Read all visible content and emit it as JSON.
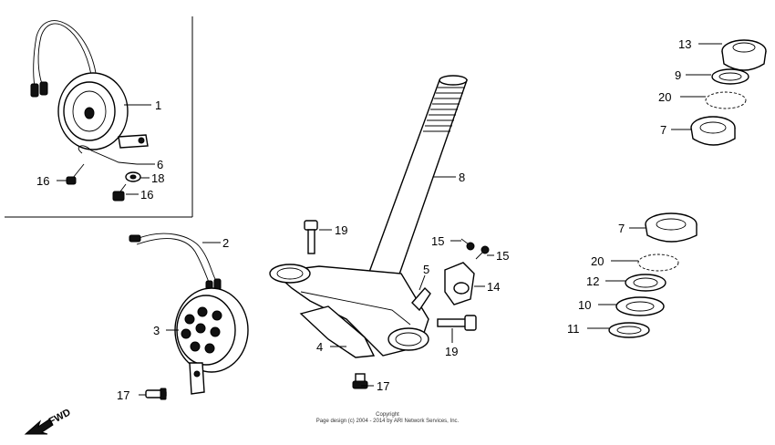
{
  "labels": {
    "p1": "1",
    "p2": "2",
    "p3": "3",
    "p4": "4",
    "p5": "5",
    "p6": "6",
    "p7a": "7",
    "p7b": "7",
    "p8": "8",
    "p9": "9",
    "p10": "10",
    "p11": "11",
    "p12": "12",
    "p13": "13",
    "p14": "14",
    "p15a": "15",
    "p15b": "15",
    "p16a": "16",
    "p16b": "16",
    "p17a": "17",
    "p17b": "17",
    "p18": "18",
    "p19a": "19",
    "p19b": "19",
    "p20a": "20",
    "p20b": "20"
  },
  "fwd": "FWD",
  "copyright": {
    "line1": "Copyright",
    "line2": "Page design (c) 2004 - 2014 by ARI Network Services, Inc."
  }
}
